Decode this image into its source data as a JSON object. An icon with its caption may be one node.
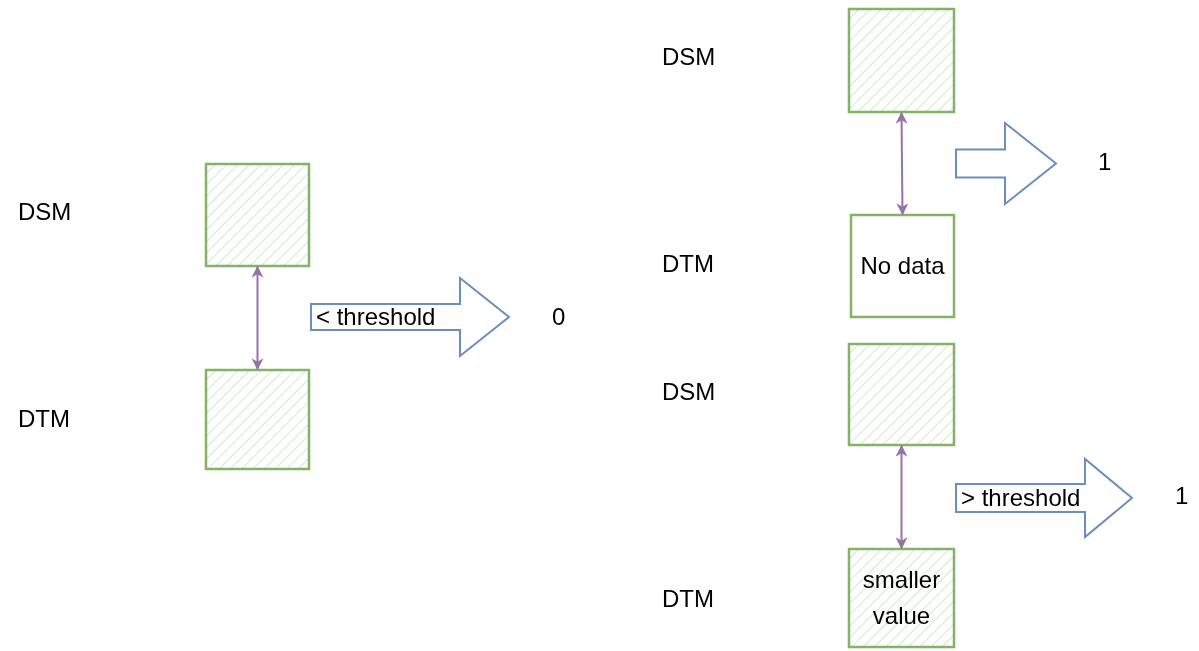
{
  "diagram": {
    "nodes": [
      {
        "text": [],
        "shape": "box"
      },
      {
        "text": [],
        "shape": "box"
      },
      {
        "text": [
          "< threshold"
        ]
      },
      {
        "text": [],
        "shape": "box"
      },
      {
        "text": [
          "No data"
        ]
      },
      {
        "text": [],
        "shape": "arrow"
      },
      {
        "text": [],
        "shape": "box"
      },
      {
        "text": [
          "smaller value"
        ]
      },
      {
        "text": [
          "> threshold"
        ]
      }
    ],
    "edges": [
      {
        "from": 0,
        "to": 1,
        "arrow": "both"
      },
      {
        "from": 3,
        "to": 4,
        "arrow": "both"
      },
      {
        "from": 6,
        "to": 7,
        "arrow": "both"
      }
    ],
    "labels": [
      "DSM",
      "DTM",
      "0",
      "DSM",
      "1",
      "DTM",
      "DSM",
      "1",
      "DTM"
    ]
  }
}
